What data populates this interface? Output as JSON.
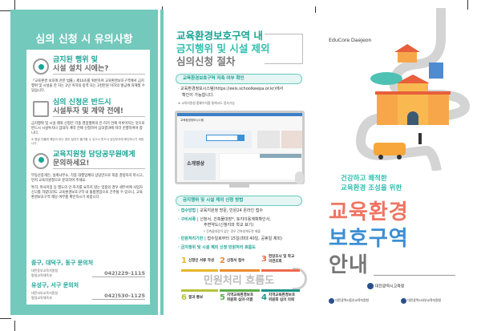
{
  "left_panel": {
    "title": "심의 신청 시 유의사항",
    "sections": [
      {
        "heading_1": "금지된 행위 및",
        "heading_2": "시설 설치 시에는?",
        "icon": "hand-stop-icon",
        "body": "「교육환경 보호에 관한 법률」제16조를 위반하여 교육환경보호구역에서 금지행위 및 시설을 한 자는 2년 이하의 징역 또는 2천만원 이하의 벌금에 처해질 수 있습니다."
      },
      {
        "heading_1": "심의 신청은 반드시",
        "heading_2": "시설투자 및 계약 전에!",
        "icon": "checklist-calendar-icon",
        "body": "금지행위 및 시설 제외 신청은 각종 영업행위의 인·허가 전에 이루어지는 것으로 반드시 시설투자나 임대차 계약 전에 신청하여 심의결과에 따라 진행하여야 합니다.",
        "note": "※ 용일 건물에 해당이 되는 경우 설치가 불가할 수 있으니 반드시 담당부서에 확인하시기 바랍니다."
      },
      {
        "heading_1": "교육지원청 담당공무원에게",
        "heading_2": "문의하세요!",
        "icon": "headset-agent-icon",
        "body": "부동산중개인, 설계사무소, 각종 대행업체의 상담만으로 최종 결정하지 마시고, 먼저 교육지원청으로 문의하여 주세요.",
        "body_2": "특히, 마사지업 등 별도의 인·허가를 요하지 않는 업종의 경우 세무서에 사업자 신고를 하였더라도 교육환경보호구역 내 불법영업으로 간주될 수 있으니, 교육환경보호구역 해당 여부를 확인하시기 바랍니다."
      }
    ],
    "contacts": [
      {
        "heading": "중구, 대덕구, 동구 문의처",
        "org_1": "대전동부교육지원청",
        "org_2": "평생교육체육과",
        "phone": "042)229-1115"
      },
      {
        "heading": "유성구, 서구 문의처",
        "org_1": "대전서부교육지원청",
        "org_2": "평생교육체육과",
        "phone": "042)530-1125"
      }
    ]
  },
  "middle_panel": {
    "title_1": "교육환경보호구역 내",
    "title_2": "금지행위 및 시설 제외",
    "title_3": "심의신청 절차",
    "check_pill": "교육환경보호구역 저촉 여부 확인",
    "check_text_1": "· 교육환경정보시스템(https://eeis.schoolkeepa.or.kr)에서",
    "check_text_2": "확인이 가능합니다.",
    "check_note": "※ 교육지원청 홈페이지를 통해서도 접속가능",
    "monitor": {
      "site_name": "교육환경정보시스템",
      "promo": "소개영상"
    },
    "method_pill": "금지행위 및 시설 제외 신청 방법",
    "items": [
      {
        "label": "· 접수방법 |",
        "value": "교육지원청 방문, 민원24 온라인 접수"
      },
      {
        "label": "· 구비서류 |",
        "value": "신청서, 건축물대장*, 토지이용계획확인서,",
        "value_2": "주변약도(신청지와 학교 표기)",
        "note": "* 건축물대장이 없는 경우 건축설계도면 제출"
      },
      {
        "label": "· 민원처리기한 |",
        "value": "접수일로부터 15일(최대 40일, 공휴일 제외)"
      },
      {
        "label": "· 금지행위 및 시설 제외 신청 민원처리 흐름도",
        "value": ""
      }
    ],
    "flow_title": "민원처리 흐름도",
    "flow_steps": [
      {
        "num": "1",
        "label": "신청인 서류 작성",
        "color": "#e7b62c"
      },
      {
        "num": "2",
        "label": "신청서 접수",
        "color": "#ef8a2e"
      },
      {
        "num": "3",
        "label": "현장조사 및 학교의견조회",
        "color": "#ec6a4e"
      },
      {
        "num": "4",
        "label": "지역교육환경보호 위원회 심의 의뢰",
        "color": "#1a9486"
      },
      {
        "num": "5",
        "label": "지역교육환경보호 위원회 심의·의결",
        "color": "#5cae4a"
      },
      {
        "num": "6",
        "label": "결과 통보",
        "color": "#b5c23a"
      }
    ]
  },
  "right_panel": {
    "logo": "EduCore Daejeon",
    "subtitle_1": "건강하고 쾌적한",
    "subtitle_2": "교육환경 조성을 위한",
    "title_1": "교육환경",
    "title_2": "보호구역",
    "title_3": "안내",
    "org_main": "대전광역시교육청",
    "org_east": "대전광역시동부교육지원청",
    "org_west": "대전광역시서부교육지원청",
    "colors": {
      "title_1": "#ef7462",
      "title_2": "#3b8fd4",
      "title_3": "#777777",
      "teal": "#72c9bc"
    }
  }
}
